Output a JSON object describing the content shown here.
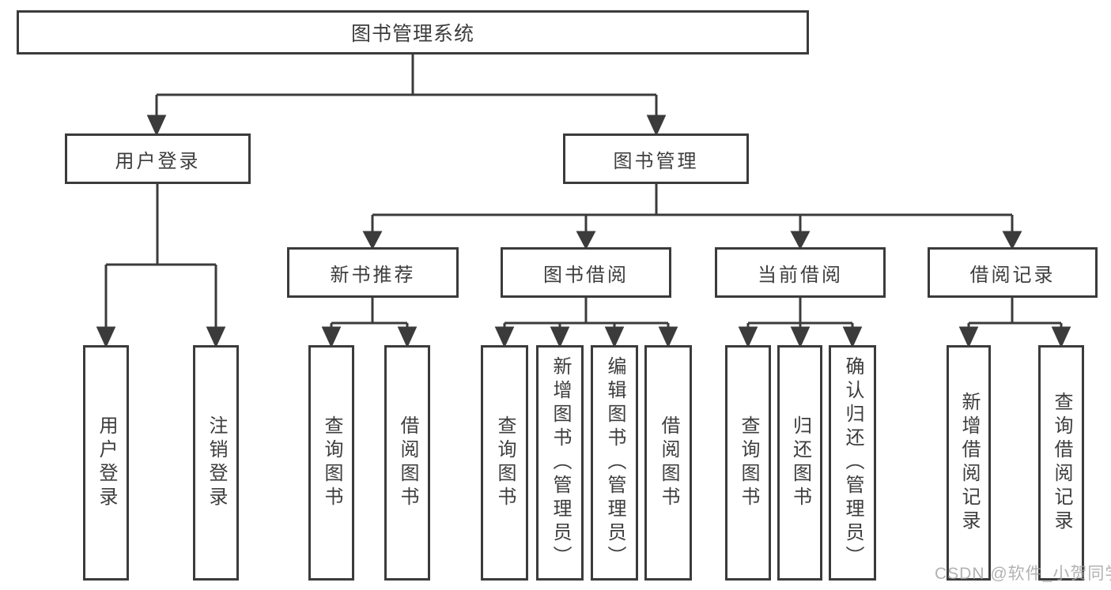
{
  "title": {
    "label": "图书管理系统"
  },
  "level2": [
    {
      "label": "用户登录"
    },
    {
      "label": "图书管理"
    }
  ],
  "level3": [
    {
      "label": "新书推荐"
    },
    {
      "label": "图书借阅"
    },
    {
      "label": "当前借阅"
    },
    {
      "label": "借阅记录"
    }
  ],
  "leafGroups": [
    {
      "parent": "用户登录",
      "items": [
        "用户登录",
        "注销登录"
      ]
    },
    {
      "parent": "新书推荐",
      "items": [
        "查询图书",
        "借阅图书"
      ]
    },
    {
      "parent": "图书借阅",
      "items": [
        "查询图书",
        "新增图书（管理员）",
        "编辑图书（管理员）",
        "借阅图书"
      ]
    },
    {
      "parent": "当前借阅",
      "items": [
        "查询图书",
        "归还图书",
        "确认归还（管理员）"
      ]
    },
    {
      "parent": "借阅记录",
      "items": [
        "新增借阅记录",
        "查询借阅记录"
      ]
    }
  ],
  "watermark": "CSDN @软件_小贺同学",
  "colors": {
    "line": "#3b3b3b",
    "text": "#3d3d3d",
    "watermark": "#a4a4a4"
  }
}
